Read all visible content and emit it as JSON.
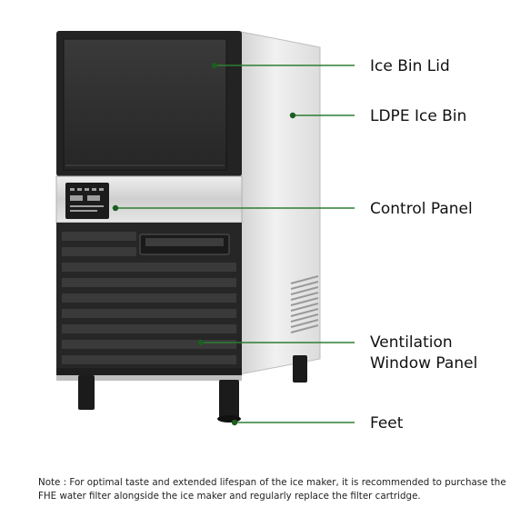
{
  "callouts": [
    {
      "id": "ice-bin-lid",
      "label": "Ice Bin Lid"
    },
    {
      "id": "ldpe-ice-bin",
      "label": "LDPE Ice Bin"
    },
    {
      "id": "control-panel",
      "label": "Control Panel"
    },
    {
      "id": "ventilation",
      "label_line1": "Ventilation",
      "label_line2": "Window Panel"
    },
    {
      "id": "feet",
      "label": "Feet"
    }
  ],
  "note": "Note : For optimal taste and extended lifespan of the ice maker, it is recommended to purchase the FHE water filter alongside the ice maker and regularly replace the filter cartridge.",
  "colors": {
    "callout_line": "#2e7d32",
    "callout_dot": "#1b5e20",
    "front_dark": "#2b2b2b",
    "steel_side": "#e4e4e4"
  }
}
